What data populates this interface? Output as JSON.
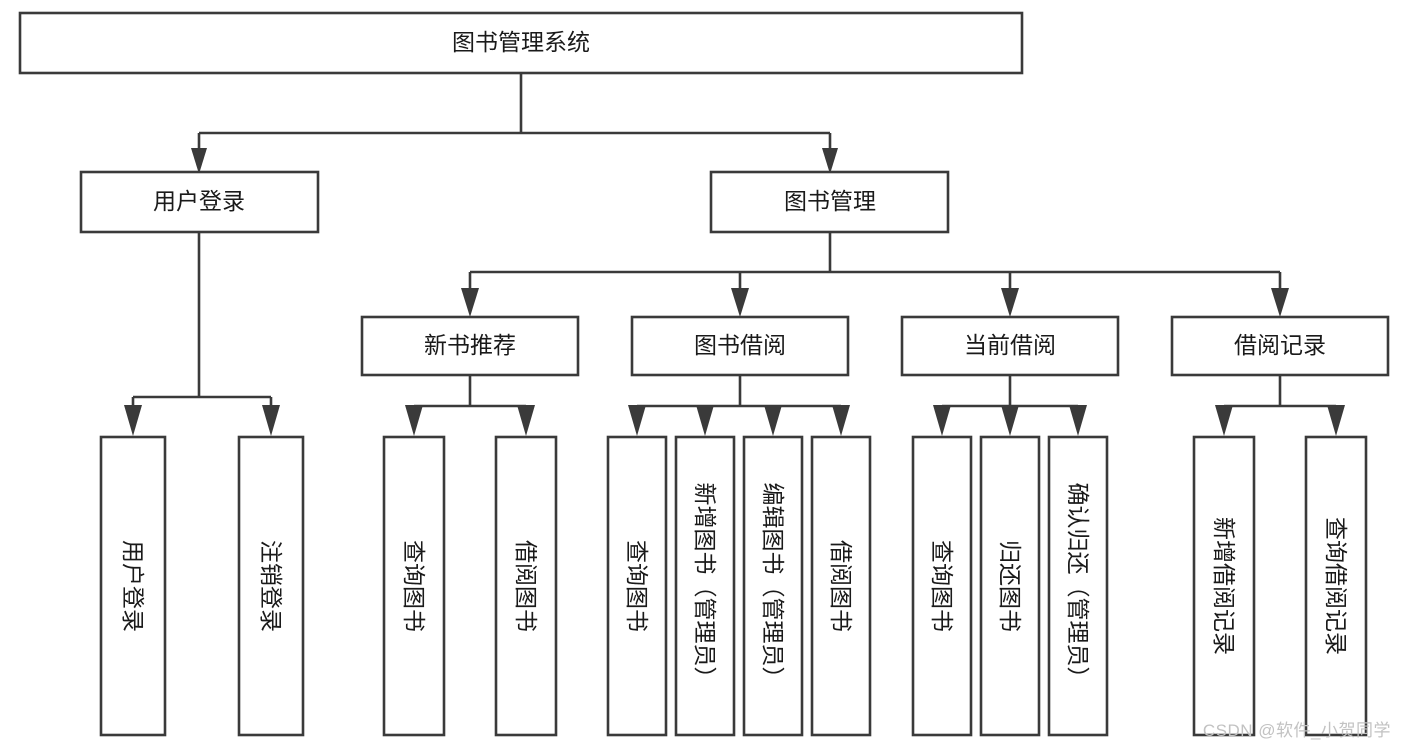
{
  "diagram": {
    "type": "tree-hierarchy-chart",
    "title": "图书管理系统",
    "root": {
      "id": "root",
      "label": "图书管理系统",
      "orientation": "horizontal"
    },
    "level2": [
      {
        "id": "user-login",
        "label": "用户登录",
        "orientation": "horizontal"
      },
      {
        "id": "book-management",
        "label": "图书管理",
        "orientation": "horizontal"
      }
    ],
    "level3": [
      {
        "id": "new-book-recommend",
        "label": "新书推荐",
        "orientation": "horizontal",
        "parent": "book-management"
      },
      {
        "id": "book-borrow",
        "label": "图书借阅",
        "orientation": "horizontal",
        "parent": "book-management"
      },
      {
        "id": "current-borrow",
        "label": "当前借阅",
        "orientation": "horizontal",
        "parent": "book-management"
      },
      {
        "id": "borrow-record",
        "label": "借阅记录",
        "orientation": "horizontal",
        "parent": "book-management"
      }
    ],
    "leaves": [
      {
        "id": "leaf-user-login",
        "label": "用户登录",
        "orientation": "vertical",
        "parent": "user-login"
      },
      {
        "id": "leaf-logout-login",
        "label": "注销登录",
        "orientation": "vertical",
        "parent": "user-login"
      },
      {
        "id": "leaf-query-book-1",
        "label": "查询图书",
        "orientation": "vertical",
        "parent": "new-book-recommend"
      },
      {
        "id": "leaf-borrow-book-1",
        "label": "借阅图书",
        "orientation": "vertical",
        "parent": "new-book-recommend"
      },
      {
        "id": "leaf-query-book-2",
        "label": "查询图书",
        "orientation": "vertical",
        "parent": "book-borrow"
      },
      {
        "id": "leaf-add-book",
        "label": "新增图书（管理员）",
        "orientation": "vertical",
        "parent": "book-borrow"
      },
      {
        "id": "leaf-edit-book",
        "label": "编辑图书（管理员）",
        "orientation": "vertical",
        "parent": "book-borrow"
      },
      {
        "id": "leaf-borrow-book-2",
        "label": "借阅图书",
        "orientation": "vertical",
        "parent": "book-borrow"
      },
      {
        "id": "leaf-query-book-3",
        "label": "查询图书",
        "orientation": "vertical",
        "parent": "current-borrow"
      },
      {
        "id": "leaf-return-book",
        "label": "归还图书",
        "orientation": "vertical",
        "parent": "current-borrow"
      },
      {
        "id": "leaf-confirm-return",
        "label": "确认归还（管理员）",
        "orientation": "vertical",
        "parent": "current-borrow"
      },
      {
        "id": "leaf-add-borrow-record",
        "label": "新增借阅记录",
        "orientation": "vertical",
        "parent": "borrow-record"
      },
      {
        "id": "leaf-query-borrow-record",
        "label": "查询借阅记录",
        "orientation": "vertical",
        "parent": "borrow-record"
      }
    ],
    "colors": {
      "box_stroke": "#3a3a3a",
      "box_fill": "#ffffff",
      "text": "#1a1a1a",
      "background": "#ffffff",
      "watermark": "#c2c2c2"
    }
  },
  "watermark": {
    "text": "CSDN @软件_小贺同学"
  }
}
